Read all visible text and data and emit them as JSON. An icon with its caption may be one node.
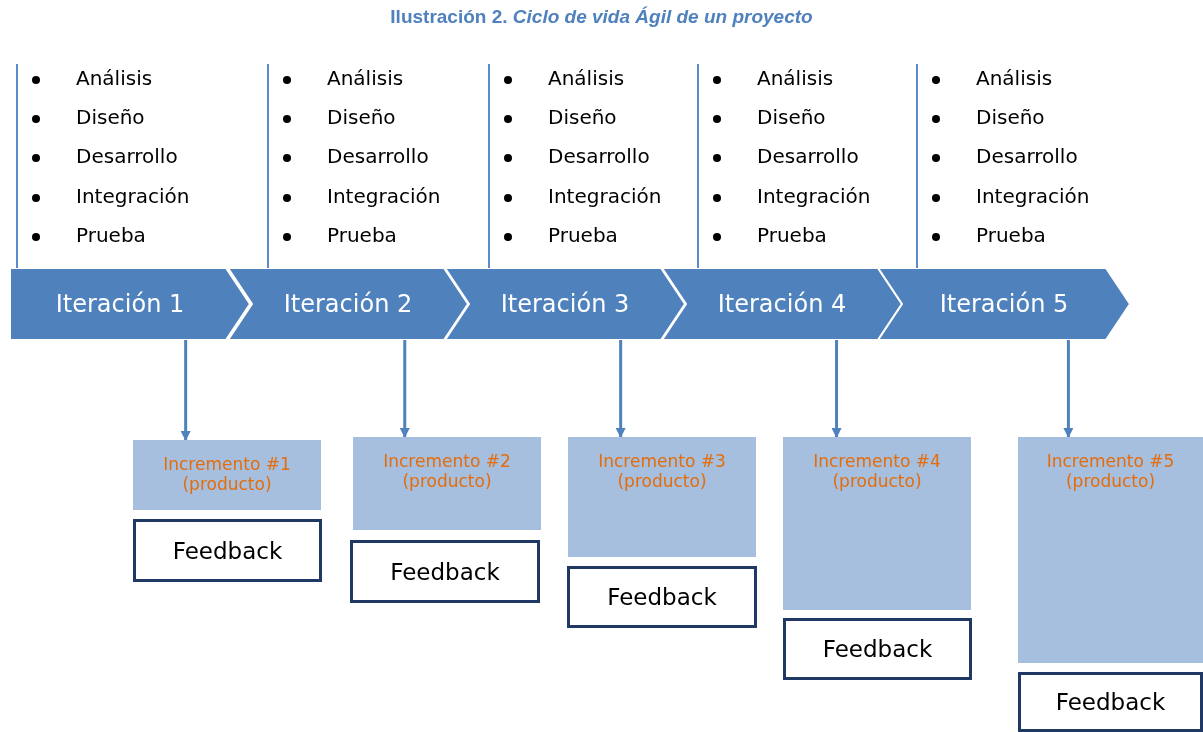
{
  "diagram": {
    "title": "Ilustración 2. *Ciclo de vida Ágil de un proyecto*",
    "nodes": [
      {
        "text": [
          "Iteración 1"
        ],
        "beside": [
          "Análisis",
          "Diseño",
          "Desarrollo",
          "Integración",
          "Prueba"
        ]
      },
      {
        "text": [
          "Iteración 2"
        ],
        "beside": [
          "Análisis",
          "Diseño",
          "Desarrollo",
          "Integración",
          "Prueba"
        ]
      },
      {
        "text": [
          "Iteración 3"
        ],
        "beside": [
          "Análisis",
          "Diseño",
          "Desarrollo",
          "Integración",
          "Prueba"
        ]
      },
      {
        "text": [
          "Iteración 4"
        ],
        "beside": [
          "Análisis",
          "Diseño",
          "Desarrollo",
          "Integración",
          "Prueba"
        ]
      },
      {
        "text": [
          "Iteración 5"
        ],
        "beside": [
          "Análisis",
          "Diseño",
          "Desarrollo",
          "Integración",
          "Prueba"
        ]
      },
      {
        "text": [
          "Incremento #1 (producto)"
        ]
      },
      {
        "text": [
          "Incremento #2 (producto)"
        ]
      },
      {
        "text": [
          "Incremento #3 (producto)"
        ]
      },
      {
        "text": [
          "Incremento #4 (producto)"
        ]
      },
      {
        "text": [
          "Incremento #5 (producto)"
        ]
      },
      {
        "text": [
          "Feedback"
        ]
      },
      {
        "text": [
          "Feedback"
        ]
      },
      {
        "text": [
          "Feedback"
        ]
      },
      {
        "text": [
          "Feedback"
        ]
      },
      {
        "text": [
          "Feedback"
        ]
      }
    ],
    "edges": [
      {
        "from": 0,
        "to": 5,
        "arrow": "to"
      },
      {
        "from": 1,
        "to": 6,
        "arrow": "to"
      },
      {
        "from": 2,
        "to": 7,
        "arrow": "to"
      },
      {
        "from": 3,
        "to": 8,
        "arrow": "to"
      },
      {
        "from": 4,
        "to": 9,
        "arrow": "to"
      }
    ]
  }
}
